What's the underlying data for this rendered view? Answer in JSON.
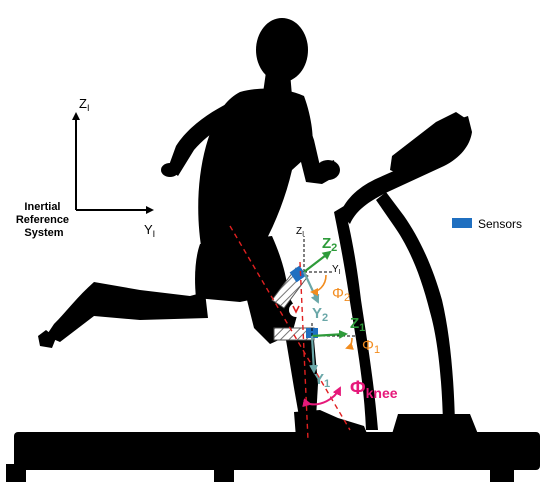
{
  "inertial": {
    "z_label": "Z",
    "z_sub": "I",
    "y_label": "Y",
    "y_sub": "I",
    "caption": [
      "Inertial",
      "Reference",
      "System"
    ]
  },
  "legend": {
    "label": "Sensors",
    "color": "#1f6fc0"
  },
  "sensor2": {
    "zi_label": "Z",
    "zi_sub": "I",
    "yi_label": "Y",
    "yi_sub": "I",
    "z_label": "Z",
    "z_sub": "2",
    "y_label": "Y",
    "y_sub": "2",
    "phi_label": "Φ",
    "phi_sub": "2"
  },
  "sensor1": {
    "z_label": "Z",
    "z_sub": "1",
    "y_label": "Y",
    "y_sub": "1",
    "phi_label": "Φ",
    "phi_sub": "1"
  },
  "knee_angle": {
    "label": "Φ",
    "sub": "knee"
  },
  "colors": {
    "silhouette": "#000000",
    "z_axis": "#2e9b3a",
    "y_axis": "#6aa7a8",
    "phi": "#f28c1e",
    "knee": "#e6197a",
    "dashed_line": "#e02020"
  }
}
